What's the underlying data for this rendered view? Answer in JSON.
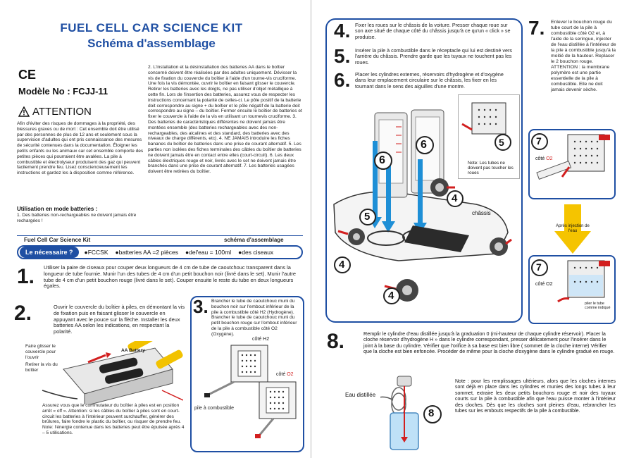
{
  "header": {
    "title": "FUEL CELL CAR SCIENCE KIT",
    "subtitle": "Schéma d'assemblage"
  },
  "left": {
    "ce": "CE",
    "model": "Modèle No : FCJJ-11",
    "attention": "ATTENTION",
    "warning": "Afin d'éviter des risques de dommages à la propriété, des blessures graves ou de mort : Cet ensemble doit être utilisé par des personnes de plus de 12 ans et seulement sous la supervision d'adultes qui ont pris connaissance des mesures de sécurité contenues dans la documentation. Éloigner les petits enfants ou les animaux car cet ensemble comporte des petites pièces qui pourraient être avalées. La pile à combustible et électrolyseur produisent des gaz qui peuvent facilement prendre feu. Lisez consciencieusement les instructions et gardez les à disposition comme référence.",
    "use_title": "Utilisation en mode batteries :",
    "use_text": "1. Des batteries non-rechargeables ne doivent jamais être rechargées !",
    "col2": "2. L'installation et la désinstallation des batteries AA dans le boîtier concerné doivent être réalisées par des adultes uniquement. Dévisser la vis de fixation du couvercle du boîtier à l'aide d'un tourne-vis cruciforme. Une fois la vis démontée, ouvrir le boîtier en faisant glisser le couvercle. Retirer les batteries avec les doigts, ne pas utiliser d'objet métallique à cette fin. Lors de l'insertion des batteries, assurez vous de respecter les instructions concernant la polarité de celles-ci. Le pôle positif de la batterie doit correspondre au signe + du boîtier et le pôle négatif de la batterie doit correspondre au signe – du boîtier. Fermer ensuite le boîtier de batteries et fixer le couvercle à l'aide de la vis en utilisant un tournevis cruciforme. 3. Des batteries de caractéristiques différentes ne doivent jamais être montées ensemble (des batteries rechargeables avec des non-rechargeables, des alcalines et des standard, des batteries avec des niveaux de charge différents, etc). 4. NE JAMAIS introduire les fiches bananes du boîtier de batteries dans une prise de courant alternatif. 5. Les parties non isolées des fiches terminales des câbles du boîtier de batteries ne doivent jamais être en contact entre elles (court-circuit). 6. Les deux câbles électriques rouge et noir, livrés avec le set ne doivent jamais être branchés dans une prise de courant alternatif. 7. Les batteries usagées doivent être retirées du boîtier.",
    "bar_left": "Fuel Cell Car Science Kit",
    "bar_right": "schéma d'assemblage",
    "need_label": "Le nécessaire ?",
    "need_items": [
      "FCCSK",
      "batteries AA =2 pièces",
      "del'eau = 100ml",
      "des ciseaux"
    ],
    "step1_num": "1.",
    "step1_text": "Utiliser la paire de ciseaux pour couper deux longueurs de 4 cm de tube de caoutchouc transparent dans la longueur de tube fournie. Munir l'un des tubes de 4 cm d'un petit bouchon noir (livré dans le set). Munir l'autre tube de 4 cm d'un petit bouchon rouge (livré dans le set). Couper ensuite le reste du tube en deux longueurs égales.",
    "step2_num": "2.",
    "step2_text": "Ouvrir le couvercle du boîtier à piles, en démontant la vis de fixation puis en faisant glisser le couvercle en appuyant avec le pouce sur la flèche. Installer les deux batteries AA selon les indications, en respectant la polarité.",
    "slide_label": "Faire glisser le couvercle pour l'ouvrir",
    "screw_label": "Retirer la vis du boîtier",
    "battery_label": "AA Battery",
    "step2_notes": "Assurez vous que le commutateur du boîtier à piles est en position arrêt « off ». Attention: si les câbles du boîtier à piles sont en court-circuit les batteries à l'intérieur peuvent surchauffer, générer des brûlures, faire fondre le plastic du boîtier, ou risquer de prendre feu. Note: l'énergie contenue dans les batteries peut être épuisée après 4 – 5 utilisations.",
    "step3_num": "3.",
    "step3_text": "Brancher le tube de caoutchouc muni du bouchon noir sur l'embout inférieur de la pile à combustible côté H2 (Hydrogène). Brancher le tube de caoutchouc muni du petit bouchon rouge sur l'embout inférieur de la pile à combustible côté O2 (Oxygène).",
    "cote_h2": "côté H2",
    "cote_o2_prefix": "côté ",
    "cote_o2_gas": "O2",
    "pile_label": "pile à combustible"
  },
  "right": {
    "step4_num": "4.",
    "step4_text": "Fixer les roues sur le châssis de la voiture. Presser chaque roue sur son axe situé de chaque côté du châssis jusqu'à ce qu'un « click » se produise.",
    "step5_num": "5.",
    "step5_text": "Insérer la pile à combustible dans le réceptacle qui lui est destiné vers l'arrière du châssis. Prendre garde que les tuyaux ne touchent pas les roues.",
    "step6_num": "6.",
    "step6_text": "Placer les cylindres externes, réservoirs d'hydrogène et d'oxygène dans leur emplacement circulaire sur le châssis, les fixer en les tournant dans le sens des aiguilles d'une montre.",
    "note_tubes": "Note: Les tubes ne doivent pas toucher les roues",
    "chassis": "châssis",
    "step7_num": "7.",
    "step7_text": "Enlever le bouchon rouge du tube court de la pile à combustible côté O2 et, à l'aide de la seringue, injecter de l'eau distillée à l'intérieur de la pile à combustible jusqu'à la moitié de la hauteur. Replacer le 2 bouchon rouge. ATTENTION : la membrane polymère est une partie essentielle de la pile à combustible. Elle ne doit jamais devenir sèche.",
    "cote_o2": "côté O2",
    "arrow_label": "Après injection de l'eau",
    "pinch_label": "plier le tube comme indiqué",
    "step8_num": "8.",
    "step8_text": "Remplir le cylindre d'eau distillée jusqu'à la graduation 0 (mi-hauteur de chaque cylindre réservoir). Placer la cloche réservoir d'hydrogène H » dans le cylindre correspondant, presser délicatement pour l'insérer dans le joint à la base du cylindre. Vérifier que l'orifice à sa base est bien libre ( sommet de la cloche interne) Vérifier que la cloche est bien enfoncée. Procéder de même pour la cloche d'oxygène dans le cylindre gradué en rouge.",
    "eau_label": "Eau distillée",
    "note8": "Note : pour les remplissages ultérieurs, alors que les cloches internes sont déjà en place dans les cylindres et munies des longs tubes à leur sommet, extraire les deux petits bouchons rouge et noir des tuyaux courts sur la pile à combustible afin que l'eau puisse monter à l'intérieur des cloches. Dès que les cloches sont pleines d'eau, rebrancher les tubes sur les embouts respectifs de la pile à combustible.",
    "callout_4": "4",
    "callout_5": "5",
    "callout_6": "6",
    "callout_7": "7",
    "callout_8": "8"
  }
}
